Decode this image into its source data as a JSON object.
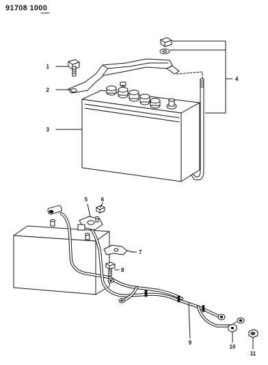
{
  "header": {
    "part_number": "91708 1000"
  },
  "callouts": [
    {
      "id": "1",
      "label": "1"
    },
    {
      "id": "2",
      "label": "2"
    },
    {
      "id": "3",
      "label": "3"
    },
    {
      "id": "4",
      "label": "4"
    },
    {
      "id": "5",
      "label": "5"
    },
    {
      "id": "6",
      "label": "6"
    },
    {
      "id": "7",
      "label": "7"
    },
    {
      "id": "8",
      "label": "8"
    },
    {
      "id": "9",
      "label": "9"
    },
    {
      "id": "10",
      "label": "10"
    },
    {
      "id": "11",
      "label": "11"
    }
  ]
}
